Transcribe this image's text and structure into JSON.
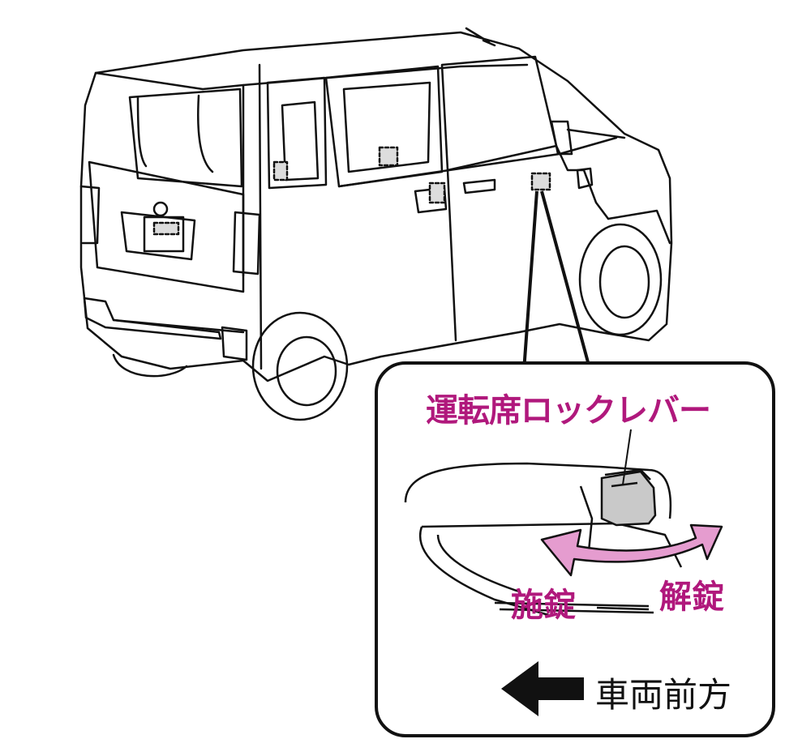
{
  "labels": {
    "lever_title": "運転席ロックレバー",
    "lock": "施錠",
    "unlock": "解錠",
    "vehicle_front": "車両前方"
  },
  "colors": {
    "accent": "#b0187c",
    "arrow_fill": "#e59ccf",
    "lever_gray": "#c9c9c9",
    "line": "#111111"
  },
  "icons": {
    "direction_arrow": "arrow-left-icon",
    "swing_arrow": "double-arrow-icon",
    "lock_markers": "dashed-lock-marker-icon"
  }
}
